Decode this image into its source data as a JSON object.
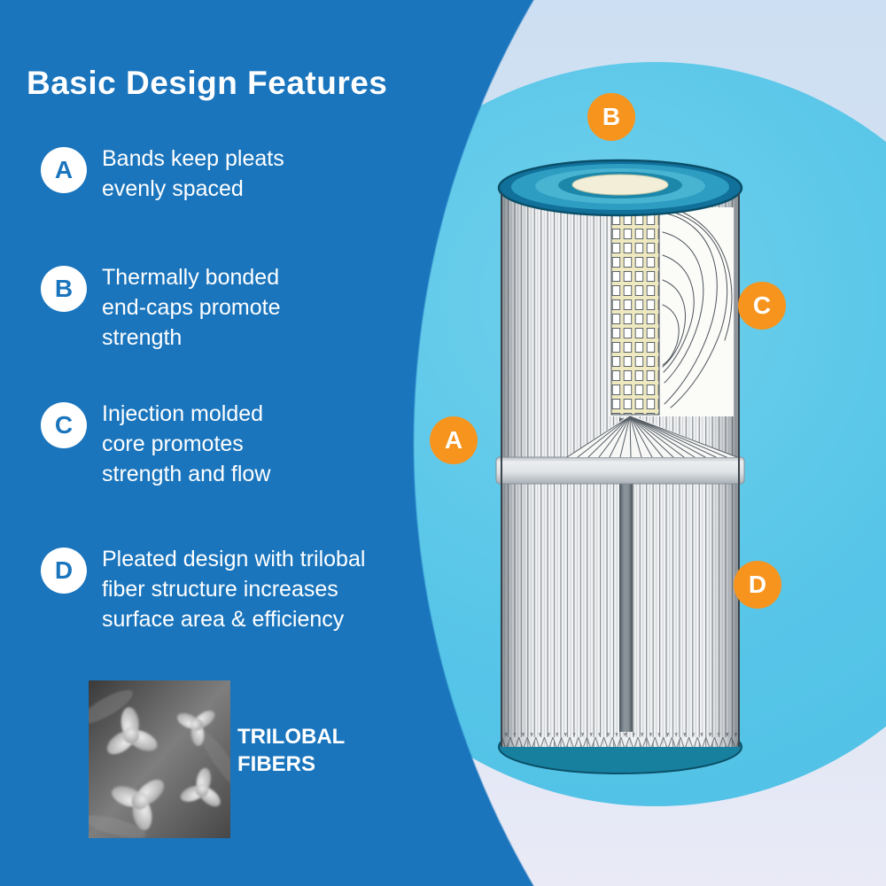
{
  "title": "Basic Design Features",
  "features": [
    {
      "letter": "A",
      "text": "Bands keep pleats evenly spaced"
    },
    {
      "letter": "B",
      "text": "Thermally bonded end-caps promote strength"
    },
    {
      "letter": "C",
      "text": "Injection molded core promotes strength and flow"
    },
    {
      "letter": "D",
      "text": "Pleated design with trilobal fiber structure increases surface area & efficiency"
    }
  ],
  "diagram_markers": {
    "top": "B",
    "right": "C",
    "left": "A",
    "bottom_right": "D"
  },
  "fiber_image_label": "TRILOBAL FIBERS",
  "colors": {
    "background_blue": "#1a75bd",
    "accent_orange": "#f7941e",
    "circle_cyan": "#57c5e8",
    "pale_top": "#cddff2",
    "pale_bottom": "#e9eaf6",
    "text_white": "#ffffff",
    "end_cap_teal": "#11719b"
  }
}
